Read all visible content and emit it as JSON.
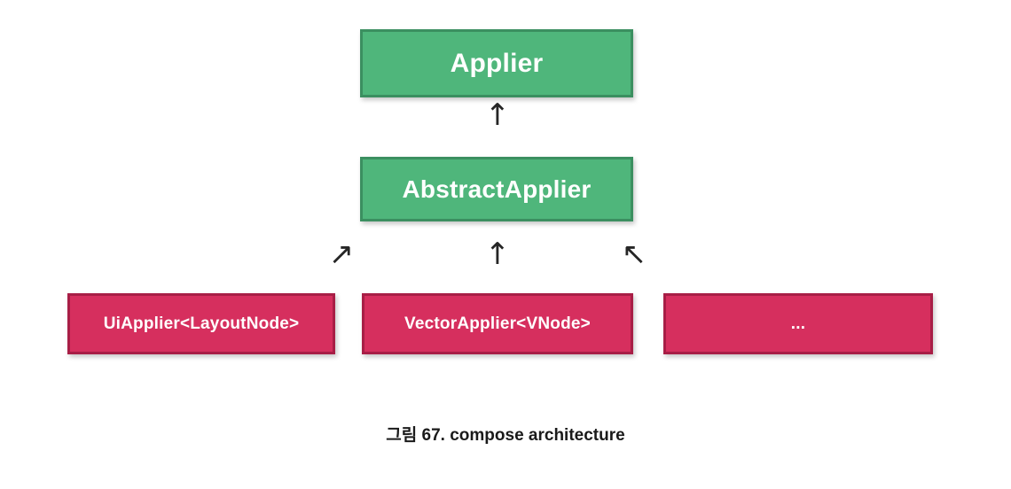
{
  "figure": {
    "caption": "그림 67. compose architecture",
    "background_color": "#ffffff"
  },
  "palette": {
    "green_fill": "#4FB67B",
    "green_border": "#3B8F60",
    "red_fill": "#D62F5E",
    "red_border": "#A81E46",
    "text_color": "#ffffff",
    "arrow_color": "#262626",
    "caption_color": "#1a1a1a"
  },
  "diagram": {
    "type": "class-hierarchy",
    "nodes": [
      {
        "id": "applier",
        "label": "Applier",
        "style": "green",
        "level": 0
      },
      {
        "id": "abstract-applier",
        "label": "AbstractApplier",
        "style": "green",
        "level": 1
      },
      {
        "id": "ui-applier",
        "label": "UiApplier<LayoutNode>",
        "style": "red",
        "level": 2
      },
      {
        "id": "vector-applier",
        "label": "VectorApplier<VNode>",
        "style": "red",
        "level": 2
      },
      {
        "id": "ellipsis",
        "label": "...",
        "style": "red",
        "level": 2
      }
    ],
    "arrows": [
      {
        "id": "arrow-applier",
        "glyph": "↑",
        "from": "abstract-applier",
        "to": "applier",
        "direction": "up"
      },
      {
        "id": "arrow-ui",
        "glyph": "↗",
        "from": "ui-applier",
        "to": "abstract-applier",
        "direction": "up-right"
      },
      {
        "id": "arrow-vector",
        "glyph": "↑",
        "from": "vector-applier",
        "to": "abstract-applier",
        "direction": "up"
      },
      {
        "id": "arrow-ellipsis",
        "glyph": "↖",
        "from": "ellipsis",
        "to": "abstract-applier",
        "direction": "up-left"
      }
    ]
  }
}
